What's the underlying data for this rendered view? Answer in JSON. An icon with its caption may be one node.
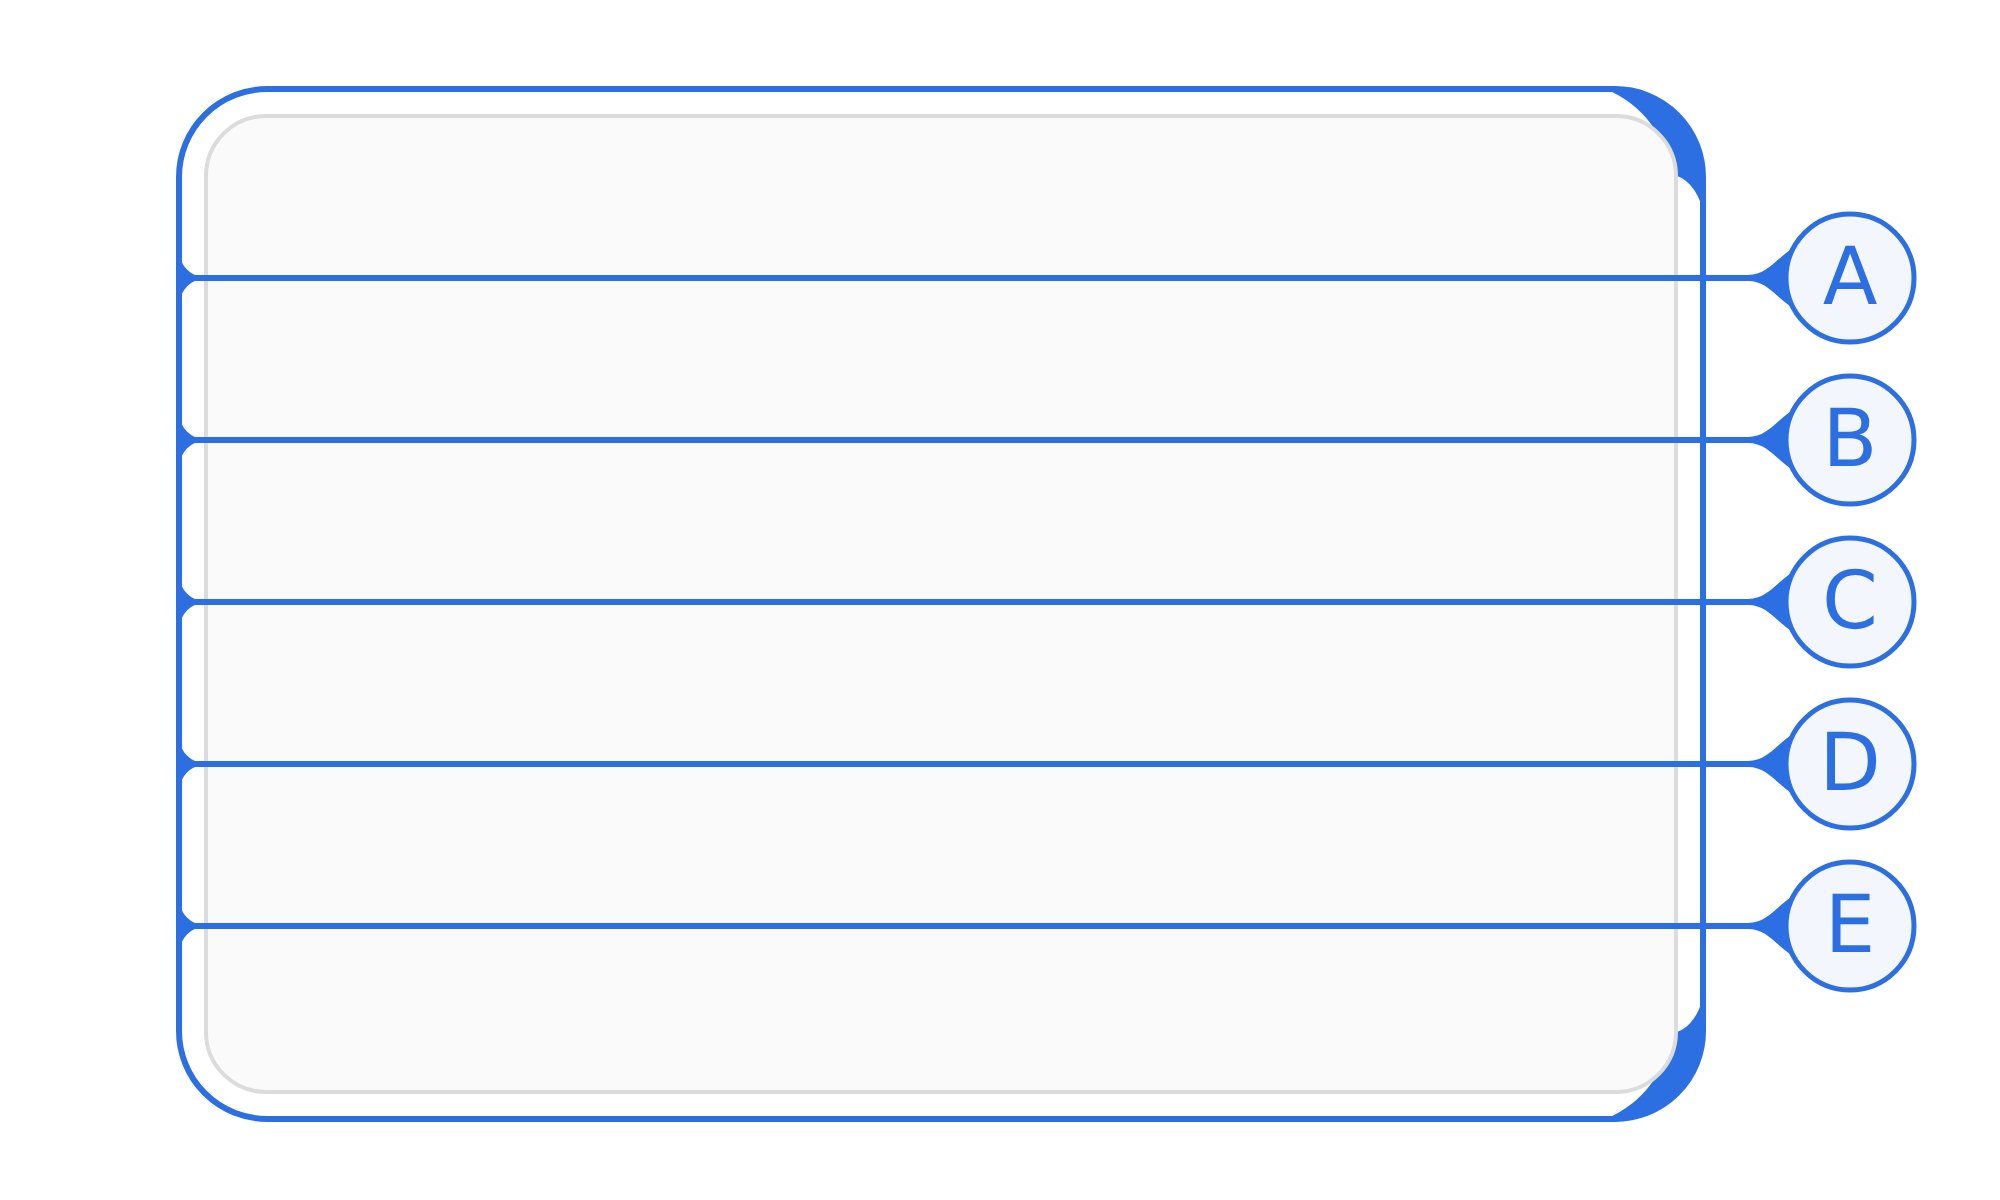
{
  "diagram": {
    "nodes": [
      {
        "text": [],
        "shape": "box"
      },
      {
        "text": [
          "A"
        ]
      },
      {
        "text": [
          "B"
        ]
      },
      {
        "text": [
          "C"
        ]
      },
      {
        "text": [
          "D"
        ]
      },
      {
        "text": [
          "E"
        ]
      }
    ],
    "edges": [
      {
        "from": 0,
        "to": 1,
        "arrow": "none"
      },
      {
        "from": 0,
        "to": 2,
        "arrow": "none"
      },
      {
        "from": 0,
        "to": 3,
        "arrow": "none"
      },
      {
        "from": 0,
        "to": 4,
        "arrow": "none"
      },
      {
        "from": 0,
        "to": 5,
        "arrow": "none"
      }
    ]
  }
}
